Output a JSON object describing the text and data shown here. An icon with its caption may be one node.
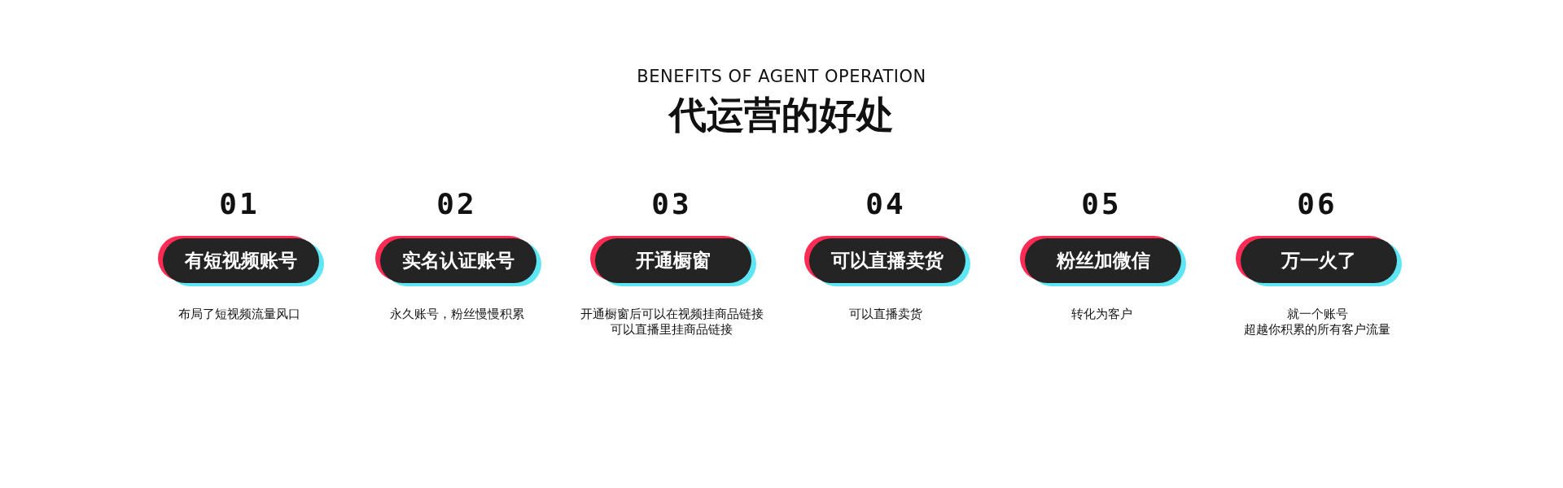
{
  "diagram": {
    "title": "代运营的好处",
    "labels": [
      "BENEFITS OF AGENT OPERATION"
    ],
    "nodes": [
      {
        "text": [
          "有短视频账号"
        ],
        "beside": [
          "01",
          "布局了短视频流量风口"
        ]
      },
      {
        "text": [
          "实名认证账号"
        ],
        "beside": [
          "02",
          "永久账号，粉丝慢慢积累"
        ]
      },
      {
        "text": [
          "开通橱窗"
        ],
        "beside": [
          "03",
          "开通橱窗后可以在视频挂商品链接",
          "可以直播里挂商品链接"
        ]
      },
      {
        "text": [
          "可以直播卖货"
        ],
        "beside": [
          "04",
          "可以直播卖货"
        ]
      },
      {
        "text": [
          "粉丝加微信"
        ],
        "beside": [
          "05",
          "转化为客户"
        ]
      },
      {
        "text": [
          "万一火了"
        ],
        "beside": [
          "06",
          "就一个账号",
          "超越你积累的所有客户流量"
        ]
      }
    ]
  }
}
